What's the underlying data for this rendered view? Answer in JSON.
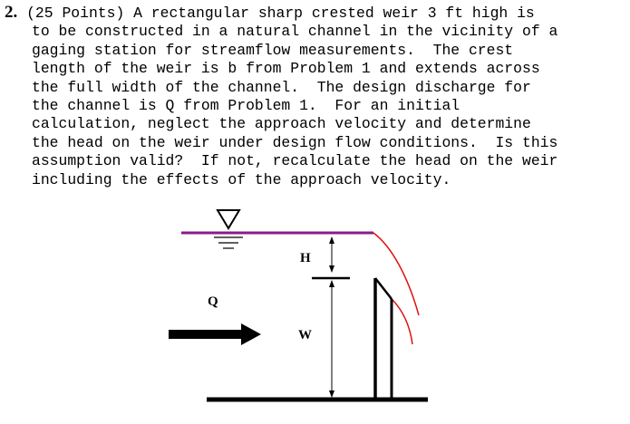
{
  "problem": {
    "number": "2.",
    "lines": [
      "(25 Points) A rectangular sharp crested weir 3 ft high is",
      "to be constructed in a natural channel in the vicinity of a",
      "gaging station for streamflow measurements.  The crest",
      "length of the weir is b from Problem 1 and extends across",
      "the full width of the channel.  The design discharge for",
      "the channel is Q from Problem 1.  For an initial",
      "calculation, neglect the approach velocity and determine",
      "the head on the weir under design flow conditions.  Is this",
      "assumption valid?  If not, recalculate the head on the weir",
      "including the effects of the approach velocity."
    ]
  },
  "diagram": {
    "labels": {
      "head": "H",
      "discharge": "Q",
      "weir_height": "W"
    },
    "colors": {
      "water_surface": "#8b1a8b",
      "nappe": "#e01010",
      "structure": "#000000"
    },
    "icons": [
      "water-surface-symbol",
      "flow-arrow"
    ]
  }
}
